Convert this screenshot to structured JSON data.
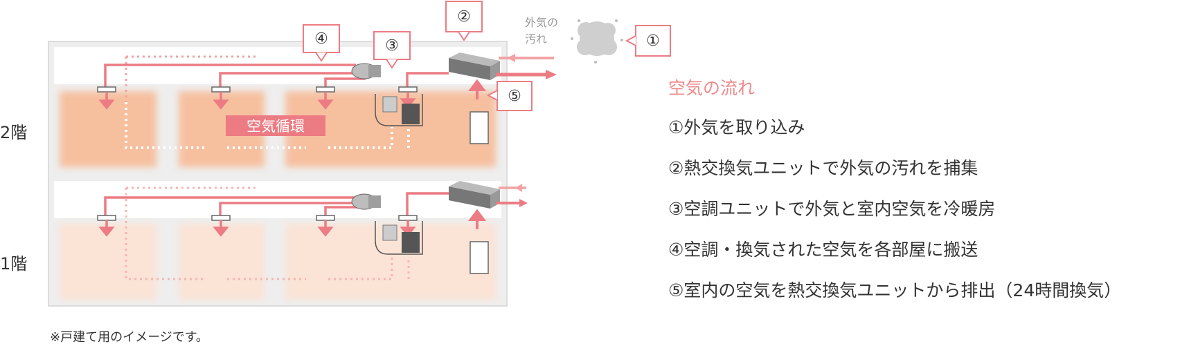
{
  "floors": {
    "upper": "2階",
    "lower": "1階"
  },
  "callouts": {
    "c1": "①",
    "c2": "②",
    "c3": "③",
    "c4": "④",
    "c5": "⑤"
  },
  "outside_air": {
    "line1": "外気の",
    "line2": "汚れ"
  },
  "circulation_label": "空気循環",
  "legend": {
    "title": "空気の流れ",
    "items": [
      "①外気を取り込み",
      "②熱交換気ユニットで外気の汚れを捕集",
      "③空調ユニットで外気と室内空気を冷暖房",
      "④空調・換気された空気を各部屋に搬送",
      "⑤室内の空気を熱交換気ユニットから排出（24時間換気）"
    ]
  },
  "note": "※戸建て用のイメージです。",
  "colors": {
    "accent": "#ee8a8a",
    "arrow": "#ec7b83",
    "room_upper": "#f6c09f",
    "room_lower": "#fbe3d6",
    "house": "#eeeeee"
  }
}
